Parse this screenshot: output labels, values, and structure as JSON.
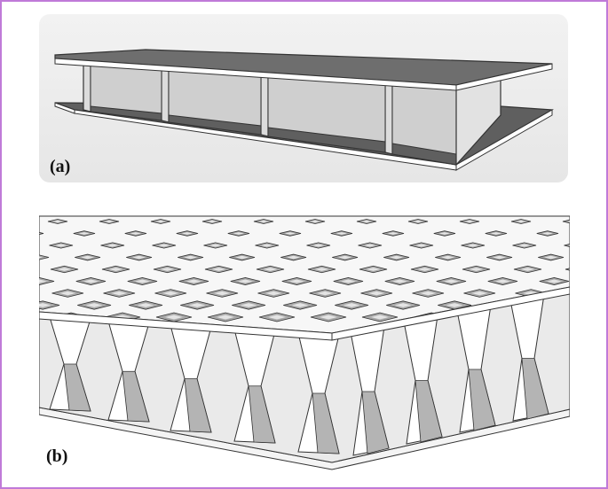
{
  "panels": [
    {
      "label": "(a)",
      "depicts": "sandwich-panel-with-i-beam-core"
    },
    {
      "label": "(b)",
      "depicts": "sandwich-panel-with-pyramidal-lattice-core"
    }
  ],
  "colors": {
    "frame_border": "#c07ad8",
    "panel_a_background": "#ececec",
    "plate_top": "#6e6e6e",
    "plate_edge": "#ffffff",
    "web_face": "#d9d9d9",
    "outline": "#333333"
  }
}
